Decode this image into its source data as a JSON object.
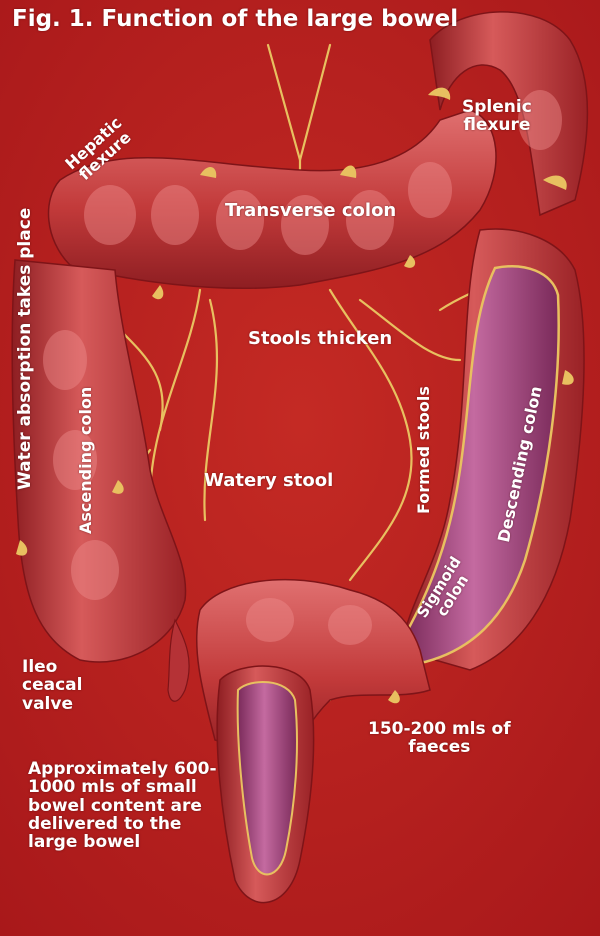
{
  "figure": {
    "title": "Fig. 1. Function of the large bowel"
  },
  "labels": {
    "splenic_flexure": "Splenic\nflexure",
    "hepatic_flexure": "Hepatic\nflexure",
    "transverse_colon": "Transverse colon",
    "water_absorption": "Water absorption takes place",
    "stools_thicken": "Stools thicken",
    "ascending_colon": "Ascending colon",
    "formed_stools": "Formed stools",
    "descending_colon": "Descending colon",
    "watery_stool": "Watery stool",
    "sigmoid_colon": "Sigmoid\ncolon",
    "ileo_caecal_valve": "Ileo\nceacal\nvalve",
    "faeces_volume": "150-200 mls of\nfaeces",
    "small_bowel_volume": "Approximately 600-\n1000 mls of small\nbowel content are\ndelivered to the\nlarge bowel"
  },
  "colors": {
    "background": "#b3201c",
    "bowel": "#c23a3a",
    "bowel_highlight": "#e07070",
    "lumen": "#b04a86",
    "vessels": "#e8c060",
    "text": "#ffffff"
  }
}
